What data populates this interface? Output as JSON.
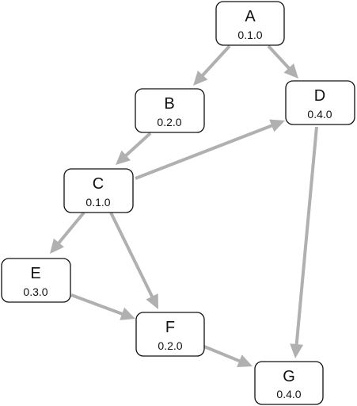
{
  "nodes": [
    {
      "id": "A",
      "name": "A",
      "version": "0.1.0"
    },
    {
      "id": "B",
      "name": "B",
      "version": "0.2.0"
    },
    {
      "id": "C",
      "name": "C",
      "version": "0.1.0"
    },
    {
      "id": "D",
      "name": "D",
      "version": "0.4.0"
    },
    {
      "id": "E",
      "name": "E",
      "version": "0.3.0"
    },
    {
      "id": "F",
      "name": "F",
      "version": "0.2.0"
    },
    {
      "id": "G",
      "name": "G",
      "version": "0.4.0"
    }
  ],
  "edges": [
    {
      "from": "A",
      "to": "B"
    },
    {
      "from": "A",
      "to": "D"
    },
    {
      "from": "B",
      "to": "C"
    },
    {
      "from": "C",
      "to": "D"
    },
    {
      "from": "C",
      "to": "E"
    },
    {
      "from": "C",
      "to": "F"
    },
    {
      "from": "E",
      "to": "F"
    },
    {
      "from": "D",
      "to": "G"
    },
    {
      "from": "F",
      "to": "G"
    }
  ],
  "colors": {
    "edge": "#b0b0b0",
    "node_border": "#111111",
    "node_fill": "#ffffff",
    "text": "#111111"
  }
}
